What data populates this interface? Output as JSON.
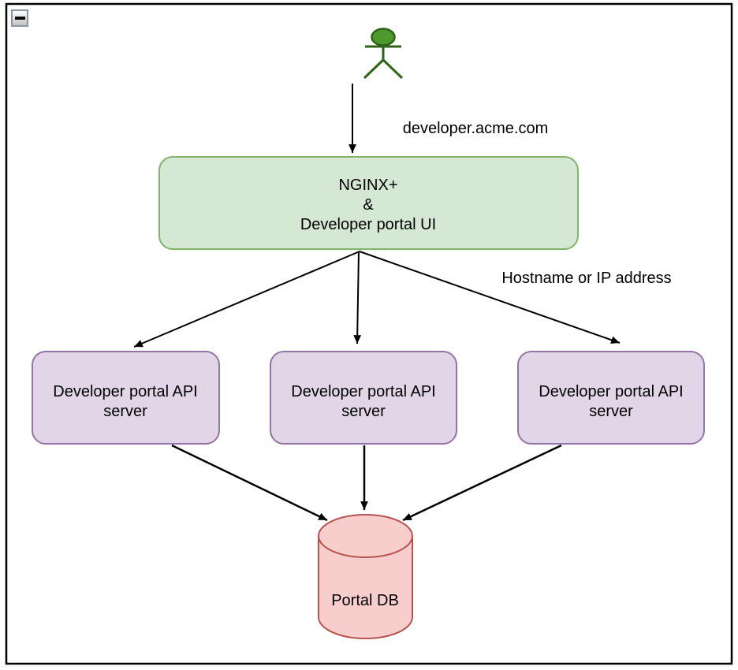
{
  "frame": {
    "collapse_icon": "minus-icon"
  },
  "edges": {
    "user_to_nginx": {
      "label": "developer.acme.com"
    },
    "nginx_to_api": {
      "label": "Hostname or IP address"
    }
  },
  "nodes": {
    "actor": {
      "fill": "#4c9a2d",
      "stroke": "#2d6316"
    },
    "nginx": {
      "line1": "NGINX+",
      "line2": "&",
      "line3": "Developer portal UI",
      "fill": "#d5e8d4",
      "stroke": "#82b366"
    },
    "api1": {
      "line1": "Developer portal API",
      "line2": "server",
      "fill": "#e1d5e7",
      "stroke": "#9673a6"
    },
    "api2": {
      "line1": "Developer portal API",
      "line2": "server",
      "fill": "#e1d5e7",
      "stroke": "#9673a6"
    },
    "api3": {
      "line1": "Developer portal API",
      "line2": "server",
      "fill": "#e1d5e7",
      "stroke": "#9673a6"
    },
    "db": {
      "label": "Portal DB",
      "fill": "#f8cecc",
      "stroke": "#b85450"
    }
  },
  "colors": {
    "arrow": "#000000",
    "frame_border": "#000000"
  }
}
